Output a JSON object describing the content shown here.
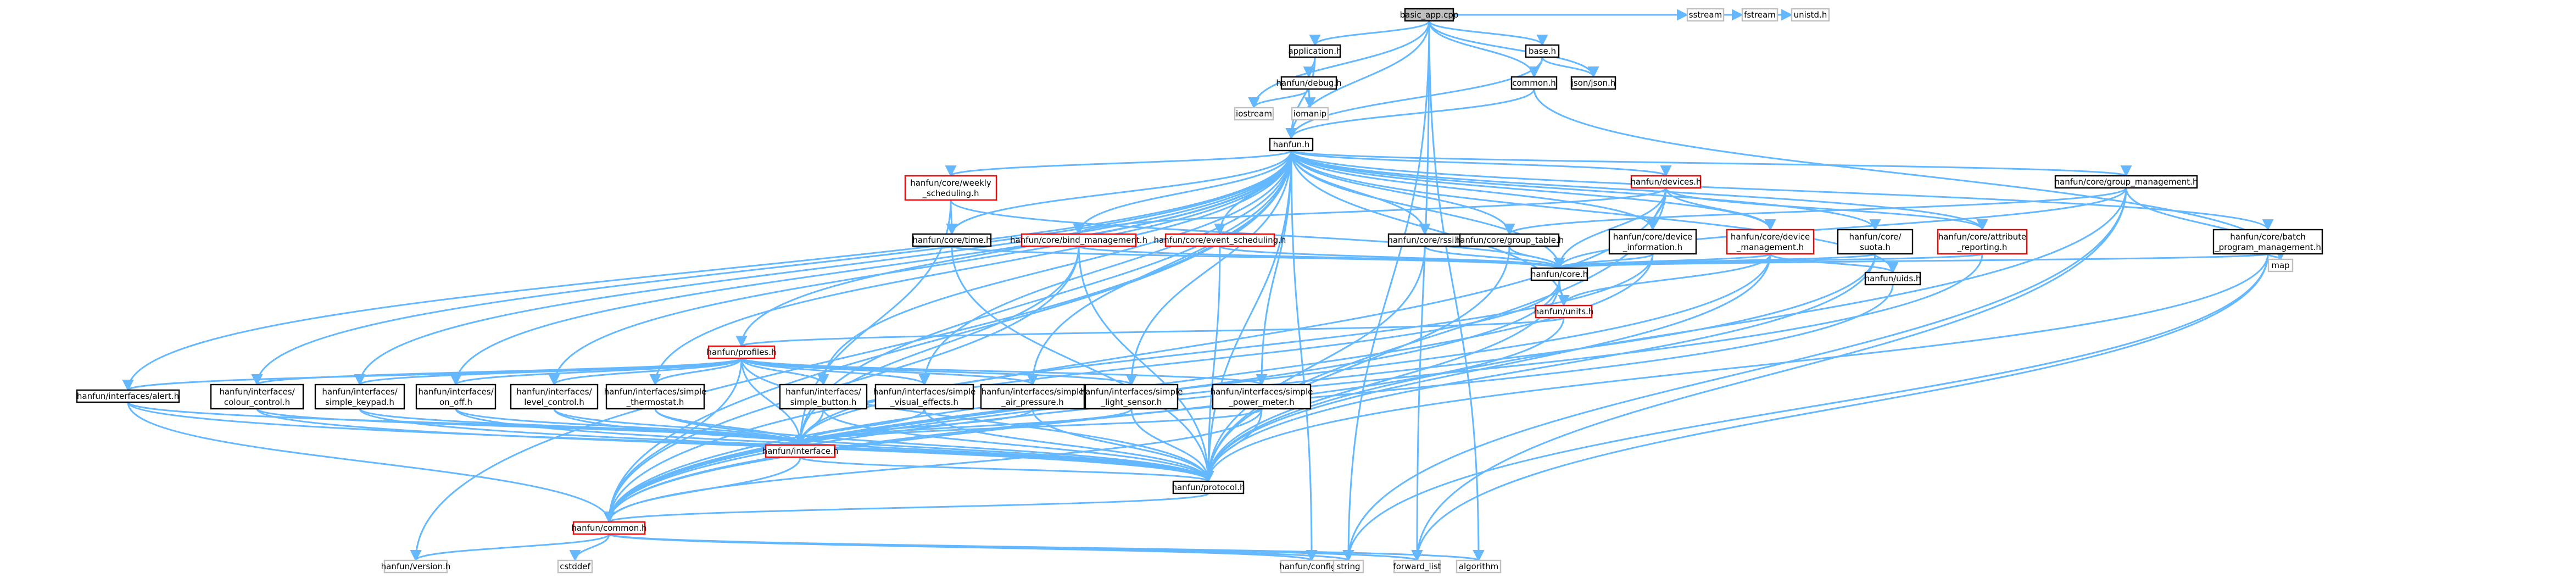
{
  "graph": {
    "nodes": [
      {
        "id": "root",
        "label": "basic_app.cpp",
        "style": "root"
      },
      {
        "id": "application_h",
        "label": "application.h",
        "style": "plain"
      },
      {
        "id": "base_h",
        "label": "base.h",
        "style": "plain"
      },
      {
        "id": "hanfun_debug_h",
        "label": "hanfun/debug.h",
        "style": "plain"
      },
      {
        "id": "common_h",
        "label": "common.h",
        "style": "plain"
      },
      {
        "id": "json_json_h",
        "label": "json/json.h",
        "style": "plain"
      },
      {
        "id": "sstream",
        "label": "sstream",
        "style": "ghost"
      },
      {
        "id": "fstream",
        "label": "fstream",
        "style": "ghost"
      },
      {
        "id": "unistd_h",
        "label": "unistd.h",
        "style": "ghost"
      },
      {
        "id": "iostream",
        "label": "iostream",
        "style": "ghost"
      },
      {
        "id": "iomanip",
        "label": "iomanip",
        "style": "ghost"
      },
      {
        "id": "hanfun_h",
        "label": "hanfun.h",
        "style": "plain"
      },
      {
        "id": "weekly_scheduling",
        "label": "hanfun/core/weekly_scheduling.h",
        "style": "red"
      },
      {
        "id": "core_time",
        "label": "hanfun/core/time.h",
        "style": "plain"
      },
      {
        "id": "bind_management",
        "label": "hanfun/core/bind_management.h",
        "style": "red"
      },
      {
        "id": "event_scheduling",
        "label": "hanfun/core/event_scheduling.h",
        "style": "red"
      },
      {
        "id": "core_rssi",
        "label": "hanfun/core/rssi.h",
        "style": "plain"
      },
      {
        "id": "group_table",
        "label": "hanfun/core/group_table.h",
        "style": "plain"
      },
      {
        "id": "devices_h",
        "label": "hanfun/devices.h",
        "style": "red"
      },
      {
        "id": "device_information",
        "label": "hanfun/core/device_information.h",
        "style": "plain"
      },
      {
        "id": "device_management",
        "label": "hanfun/core/device_management.h",
        "style": "red"
      },
      {
        "id": "suota",
        "label": "hanfun/core/suota.h",
        "style": "plain"
      },
      {
        "id": "attribute_reporting",
        "label": "hanfun/core/attribute_reporting.h",
        "style": "red"
      },
      {
        "id": "group_management",
        "label": "hanfun/core/group_management.h",
        "style": "plain"
      },
      {
        "id": "batch_program",
        "label": "hanfun/core/batch_program_management.h",
        "style": "plain"
      },
      {
        "id": "map",
        "label": "map",
        "style": "ghost"
      },
      {
        "id": "core_h",
        "label": "hanfun/core.h",
        "style": "plain"
      },
      {
        "id": "uids_h",
        "label": "hanfun/uids.h",
        "style": "plain"
      },
      {
        "id": "units_h",
        "label": "hanfun/units.h",
        "style": "red"
      },
      {
        "id": "profiles_h",
        "label": "hanfun/profiles.h",
        "style": "red"
      },
      {
        "id": "alert_h",
        "label": "hanfun/interfaces/alert.h",
        "style": "plain"
      },
      {
        "id": "colour_control",
        "label": "hanfun/interfaces/colour_control.h",
        "style": "plain"
      },
      {
        "id": "simple_keypad",
        "label": "hanfun/interfaces/simple_keypad.h",
        "style": "plain"
      },
      {
        "id": "on_off",
        "label": "hanfun/interfaces/on_off.h",
        "style": "plain"
      },
      {
        "id": "level_control",
        "label": "hanfun/interfaces/level_control.h",
        "style": "plain"
      },
      {
        "id": "simple_thermostat",
        "label": "hanfun/interfaces/simple_thermostat.h",
        "style": "plain"
      },
      {
        "id": "simple_button",
        "label": "hanfun/interfaces/simple_button.h",
        "style": "plain"
      },
      {
        "id": "simple_visual",
        "label": "hanfun/interfaces/simple_visual_effects.h",
        "style": "plain"
      },
      {
        "id": "simple_air",
        "label": "hanfun/interfaces/simple_air_pressure.h",
        "style": "plain"
      },
      {
        "id": "simple_light",
        "label": "hanfun/interfaces/simple_light_sensor.h",
        "style": "plain"
      },
      {
        "id": "simple_power",
        "label": "hanfun/interfaces/simple_power_meter.h",
        "style": "plain"
      },
      {
        "id": "interface_h",
        "label": "hanfun/interface.h",
        "style": "red"
      },
      {
        "id": "protocol_h",
        "label": "hanfun/protocol.h",
        "style": "plain"
      },
      {
        "id": "hanfun_common",
        "label": "hanfun/common.h",
        "style": "red"
      },
      {
        "id": "hanfun_version",
        "label": "hanfun/version.h",
        "style": "ghost"
      },
      {
        "id": "hanfun_config",
        "label": "hanfun/config.h",
        "style": "ghost"
      },
      {
        "id": "cstddef",
        "label": "cstddef",
        "style": "ghost"
      },
      {
        "id": "string",
        "label": "string",
        "style": "ghost"
      },
      {
        "id": "forward_list",
        "label": "forward_list",
        "style": "ghost"
      },
      {
        "id": "algorithm",
        "label": "algorithm",
        "style": "ghost"
      }
    ],
    "edges": [
      [
        "root",
        "application_h"
      ],
      [
        "root",
        "base_h"
      ],
      [
        "root",
        "common_h"
      ],
      [
        "root",
        "json_json_h"
      ],
      [
        "root",
        "sstream"
      ],
      [
        "root",
        "fstream"
      ],
      [
        "root",
        "unistd_h"
      ],
      [
        "root",
        "iostream"
      ],
      [
        "root",
        "hanfun_h"
      ],
      [
        "root",
        "forward_list"
      ],
      [
        "root",
        "algorithm"
      ],
      [
        "root",
        "string"
      ],
      [
        "application_h",
        "hanfun_debug_h"
      ],
      [
        "application_h",
        "hanfun_h"
      ],
      [
        "hanfun_debug_h",
        "iostream"
      ],
      [
        "hanfun_debug_h",
        "iomanip"
      ],
      [
        "base_h",
        "common_h"
      ],
      [
        "base_h",
        "json_json_h"
      ],
      [
        "base_h",
        "hanfun_h"
      ],
      [
        "common_h",
        "hanfun_h"
      ],
      [
        "common_h",
        "map"
      ],
      [
        "hanfun_h",
        "weekly_scheduling"
      ],
      [
        "hanfun_h",
        "core_time"
      ],
      [
        "hanfun_h",
        "bind_management"
      ],
      [
        "hanfun_h",
        "event_scheduling"
      ],
      [
        "hanfun_h",
        "core_rssi"
      ],
      [
        "hanfun_h",
        "group_table"
      ],
      [
        "hanfun_h",
        "devices_h"
      ],
      [
        "hanfun_h",
        "device_information"
      ],
      [
        "hanfun_h",
        "device_management"
      ],
      [
        "hanfun_h",
        "suota"
      ],
      [
        "hanfun_h",
        "attribute_reporting"
      ],
      [
        "hanfun_h",
        "group_management"
      ],
      [
        "hanfun_h",
        "batch_program"
      ],
      [
        "hanfun_h",
        "core_h"
      ],
      [
        "hanfun_h",
        "uids_h"
      ],
      [
        "hanfun_h",
        "units_h"
      ],
      [
        "hanfun_h",
        "profiles_h"
      ],
      [
        "hanfun_h",
        "alert_h"
      ],
      [
        "hanfun_h",
        "colour_control"
      ],
      [
        "hanfun_h",
        "simple_keypad"
      ],
      [
        "hanfun_h",
        "on_off"
      ],
      [
        "hanfun_h",
        "level_control"
      ],
      [
        "hanfun_h",
        "simple_thermostat"
      ],
      [
        "hanfun_h",
        "simple_button"
      ],
      [
        "hanfun_h",
        "simple_visual"
      ],
      [
        "hanfun_h",
        "simple_air"
      ],
      [
        "hanfun_h",
        "simple_light"
      ],
      [
        "hanfun_h",
        "simple_power"
      ],
      [
        "hanfun_h",
        "interface_h"
      ],
      [
        "hanfun_h",
        "protocol_h"
      ],
      [
        "hanfun_h",
        "hanfun_common"
      ],
      [
        "hanfun_h",
        "hanfun_version"
      ],
      [
        "hanfun_h",
        "hanfun_config"
      ],
      [
        "weekly_scheduling",
        "core_time"
      ],
      [
        "weekly_scheduling",
        "core_h"
      ],
      [
        "weekly_scheduling",
        "interface_h"
      ],
      [
        "core_time",
        "protocol_h"
      ],
      [
        "core_time",
        "core_h"
      ],
      [
        "bind_management",
        "core_h"
      ],
      [
        "bind_management",
        "protocol_h"
      ],
      [
        "bind_management",
        "interface_h"
      ],
      [
        "bind_management",
        "hanfun_common"
      ],
      [
        "event_scheduling",
        "core_h"
      ],
      [
        "event_scheduling",
        "protocol_h"
      ],
      [
        "core_rssi",
        "core_h"
      ],
      [
        "core_rssi",
        "protocol_h"
      ],
      [
        "group_table",
        "core_h"
      ],
      [
        "group_table",
        "protocol_h"
      ],
      [
        "devices_h",
        "bind_management"
      ],
      [
        "devices_h",
        "device_information"
      ],
      [
        "devices_h",
        "device_management"
      ],
      [
        "devices_h",
        "attribute_reporting"
      ],
      [
        "devices_h",
        "core_h"
      ],
      [
        "devices_h",
        "protocol_h"
      ],
      [
        "devices_h",
        "hanfun_common"
      ],
      [
        "device_information",
        "core_h"
      ],
      [
        "device_information",
        "interface_h"
      ],
      [
        "device_information",
        "hanfun_common"
      ],
      [
        "device_management",
        "core_h"
      ],
      [
        "device_management",
        "uids_h"
      ],
      [
        "device_management",
        "units_h"
      ],
      [
        "device_management",
        "protocol_h"
      ],
      [
        "device_management",
        "hanfun_common"
      ],
      [
        "suota",
        "core_h"
      ],
      [
        "suota",
        "protocol_h"
      ],
      [
        "suota",
        "hanfun_common"
      ],
      [
        "attribute_reporting",
        "core_h"
      ],
      [
        "attribute_reporting",
        "hanfun_common"
      ],
      [
        "group_management",
        "group_table"
      ],
      [
        "group_management",
        "core_h"
      ],
      [
        "group_management",
        "map"
      ],
      [
        "group_management",
        "string"
      ],
      [
        "group_management",
        "forward_list"
      ],
      [
        "group_management",
        "protocol_h"
      ],
      [
        "batch_program",
        "core_h"
      ],
      [
        "batch_program",
        "map"
      ],
      [
        "batch_program",
        "forward_list"
      ],
      [
        "batch_program",
        "string"
      ],
      [
        "batch_program",
        "protocol_h"
      ],
      [
        "core_h",
        "units_h"
      ],
      [
        "core_h",
        "interface_h"
      ],
      [
        "core_h",
        "protocol_h"
      ],
      [
        "core_h",
        "hanfun_common"
      ],
      [
        "uids_h",
        "hanfun_common"
      ],
      [
        "units_h",
        "profiles_h"
      ],
      [
        "units_h",
        "hanfun_common"
      ],
      [
        "profiles_h",
        "alert_h"
      ],
      [
        "profiles_h",
        "colour_control"
      ],
      [
        "profiles_h",
        "simple_keypad"
      ],
      [
        "profiles_h",
        "on_off"
      ],
      [
        "profiles_h",
        "level_control"
      ],
      [
        "profiles_h",
        "simple_thermostat"
      ],
      [
        "profiles_h",
        "simple_button"
      ],
      [
        "profiles_h",
        "simple_visual"
      ],
      [
        "profiles_h",
        "simple_air"
      ],
      [
        "profiles_h",
        "simple_light"
      ],
      [
        "profiles_h",
        "simple_power"
      ],
      [
        "profiles_h",
        "interface_h"
      ],
      [
        "profiles_h",
        "protocol_h"
      ],
      [
        "profiles_h",
        "hanfun_common"
      ],
      [
        "alert_h",
        "interface_h"
      ],
      [
        "alert_h",
        "protocol_h"
      ],
      [
        "alert_h",
        "hanfun_common"
      ],
      [
        "colour_control",
        "interface_h"
      ],
      [
        "colour_control",
        "protocol_h"
      ],
      [
        "simple_keypad",
        "interface_h"
      ],
      [
        "simple_keypad",
        "protocol_h"
      ],
      [
        "on_off",
        "interface_h"
      ],
      [
        "on_off",
        "protocol_h"
      ],
      [
        "level_control",
        "interface_h"
      ],
      [
        "level_control",
        "protocol_h"
      ],
      [
        "simple_thermostat",
        "interface_h"
      ],
      [
        "simple_thermostat",
        "protocol_h"
      ],
      [
        "simple_button",
        "interface_h"
      ],
      [
        "simple_button",
        "protocol_h"
      ],
      [
        "simple_visual",
        "interface_h"
      ],
      [
        "simple_visual",
        "protocol_h"
      ],
      [
        "simple_air",
        "interface_h"
      ],
      [
        "simple_air",
        "protocol_h"
      ],
      [
        "simple_light",
        "interface_h"
      ],
      [
        "simple_light",
        "protocol_h"
      ],
      [
        "simple_power",
        "interface_h"
      ],
      [
        "simple_power",
        "protocol_h"
      ],
      [
        "simple_power",
        "hanfun_common"
      ],
      [
        "interface_h",
        "protocol_h"
      ],
      [
        "interface_h",
        "hanfun_common"
      ],
      [
        "protocol_h",
        "hanfun_common"
      ],
      [
        "hanfun_common",
        "hanfun_version"
      ],
      [
        "hanfun_common",
        "hanfun_config"
      ],
      [
        "hanfun_common",
        "cstddef"
      ],
      [
        "hanfun_common",
        "string"
      ],
      [
        "hanfun_common",
        "forward_list"
      ],
      [
        "hanfun_common",
        "algorithm"
      ]
    ]
  }
}
